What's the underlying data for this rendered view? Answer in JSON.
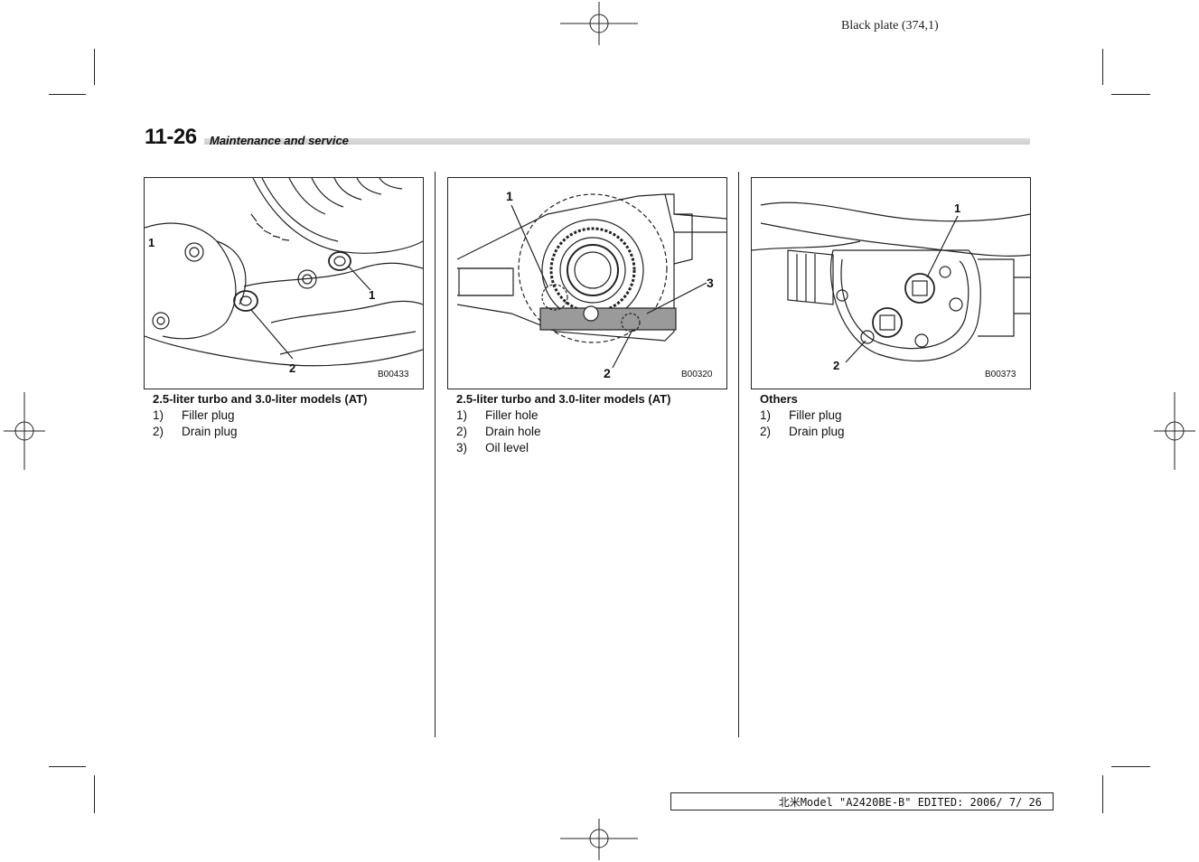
{
  "plate": "Black plate (374,1)",
  "header": {
    "page_number": "11-26",
    "section": "Maintenance and service"
  },
  "figures": [
    {
      "code": "B00433",
      "callouts": [
        "1",
        "2"
      ],
      "caption": "2.5-liter turbo and 3.0-liter models (AT)",
      "items": [
        {
          "num": "1)",
          "label": "Filler plug"
        },
        {
          "num": "2)",
          "label": "Drain plug"
        }
      ]
    },
    {
      "code": "B00320",
      "callouts": [
        "1",
        "2",
        "3"
      ],
      "caption": "2.5-liter turbo and 3.0-liter models (AT)",
      "items": [
        {
          "num": "1)",
          "label": "Filler hole"
        },
        {
          "num": "2)",
          "label": "Drain hole"
        },
        {
          "num": "3)",
          "label": "Oil level"
        }
      ]
    },
    {
      "code": "B00373",
      "callouts": [
        "1",
        "2"
      ],
      "caption": "Others",
      "items": [
        {
          "num": "1)",
          "label": "Filler plug"
        },
        {
          "num": "2)",
          "label": "Drain plug"
        }
      ]
    }
  ],
  "footer": "北米Model \"A2420BE-B\" EDITED: 2006/ 7/ 26"
}
